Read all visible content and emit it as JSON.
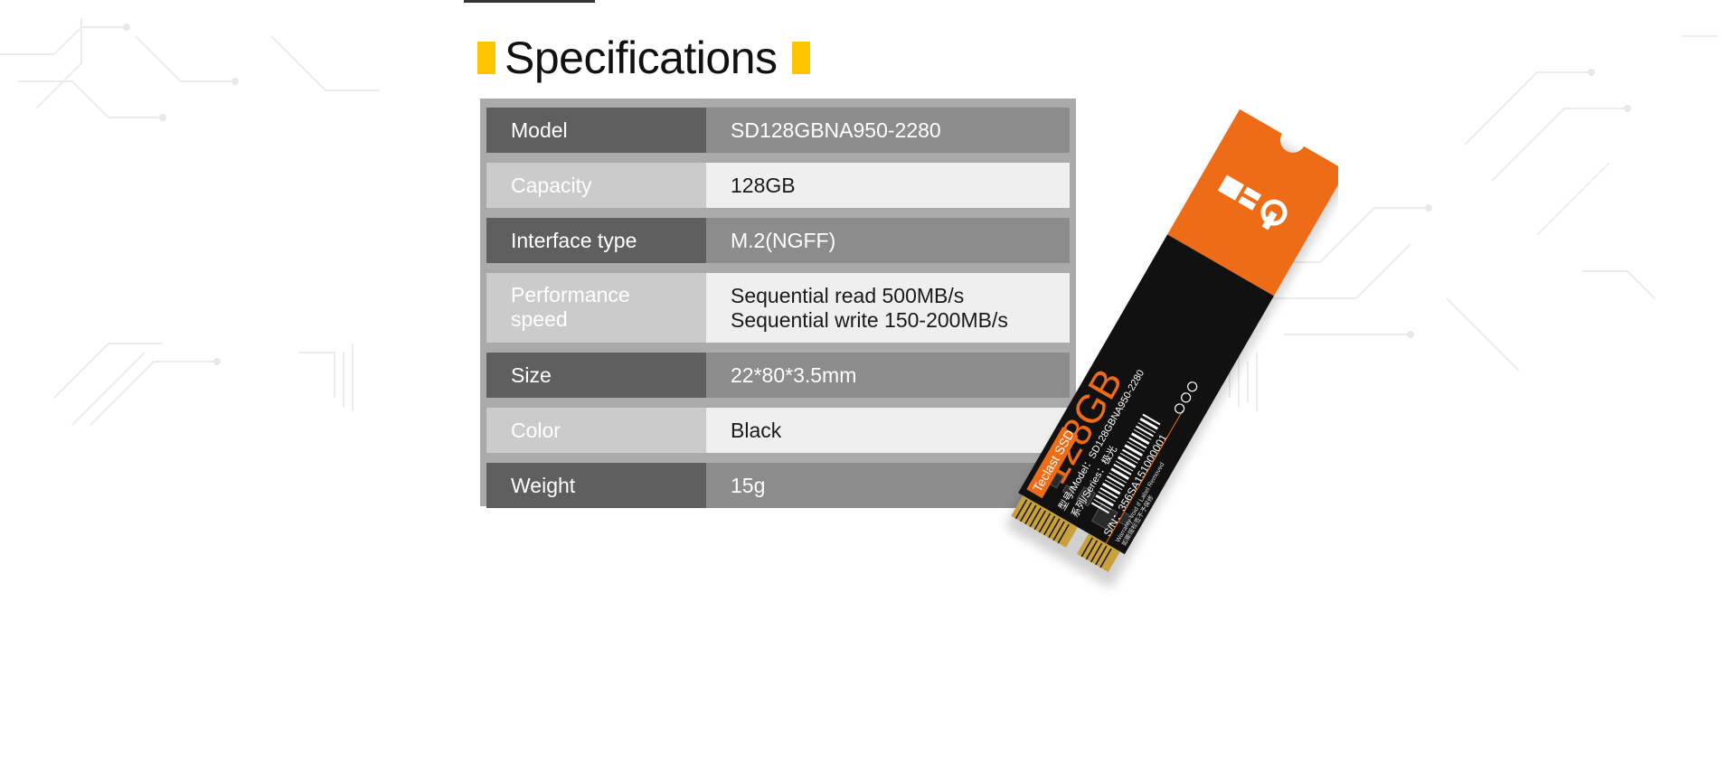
{
  "heading": "Specifications",
  "colors": {
    "accent": "#ffc600",
    "row_dark_label": "#5f5f5f",
    "row_dark_value": "#8c8c8c",
    "row_light_label": "#cbcbcb",
    "row_light_value": "#efefef",
    "ssd_orange": "#ef6c16",
    "ssd_body": "#111111"
  },
  "specs": [
    {
      "label": "Model",
      "value": "SD128GBNA950-2280"
    },
    {
      "label": "Capacity",
      "value": "128GB"
    },
    {
      "label": "Interface type",
      "value": "M.2(NGFF)"
    },
    {
      "label": "Performance speed",
      "value_line1": "Sequential read 500MB/s",
      "value_line2": "Sequential write 150-200MB/s"
    },
    {
      "label": "Size",
      "value": "22*80*3.5mm"
    },
    {
      "label": "Color",
      "value": "Black"
    },
    {
      "label": "Weight",
      "value": "15g"
    }
  ],
  "ssd_label": {
    "capacity": "128GB",
    "brand": "Teclast SSD",
    "model_line": "型号/Model：SD128GBNA950-2280",
    "series_line": "系列/Series：极光",
    "sn_line": "S/N：356SA151000001",
    "warranty_line": "Warranty Void If Label Removed",
    "warranty_cn": "如撕毁标签不予保修"
  }
}
